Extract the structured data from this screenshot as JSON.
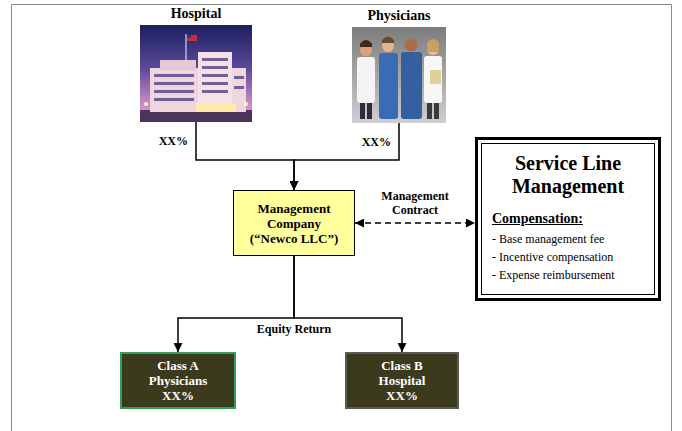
{
  "diagram": {
    "nodes": [
      {
        "text": [
          "Hospital"
        ]
      },
      {
        "text": [
          "Physicians"
        ]
      },
      {
        "text": [
          "Management Company (“Newco LLC”)"
        ]
      },
      {
        "text": [
          "Service Line Management",
          "Compensation:",
          "- Base management fee",
          "- Incentive compensation",
          "- Expense reimbursement"
        ]
      },
      {
        "text": [
          "Class A Physicians",
          "XX%"
        ]
      },
      {
        "text": [
          "Class B Hospital",
          "XX%"
        ]
      }
    ],
    "edges": [
      {
        "from": 0,
        "to": 2,
        "label": "XX%",
        "arrow": "to"
      },
      {
        "from": 1,
        "to": 2,
        "label": "XX%",
        "arrow": "to"
      },
      {
        "from": 2,
        "to": 3,
        "label": "Management Contract",
        "arrow": "both"
      },
      {
        "from": 2,
        "to": 4,
        "arrow": "to"
      },
      {
        "from": 2,
        "to": 5,
        "arrow": "to"
      }
    ],
    "labels": [
      "Equity Return"
    ]
  }
}
